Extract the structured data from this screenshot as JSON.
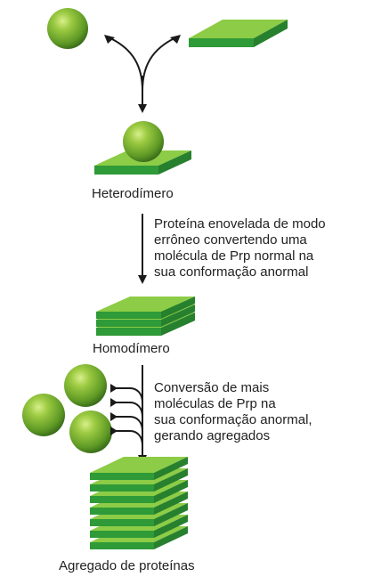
{
  "labels": {
    "heterodimer": "Heterodímero",
    "homodimer": "Homodímero",
    "aggregate": "Agregado de proteínas"
  },
  "step1_text": [
    "Proteína enovelada de modo",
    "errôneo convertendo uma",
    "molécula de Prp normal na",
    "sua conformação anormal"
  ],
  "step2_text": [
    "Conversão de mais",
    "moléculas de Prp na",
    "sua conformação anormal,",
    "gerando agregados"
  ],
  "colors": {
    "sphere_light": "#b6d957",
    "sphere_mid": "#6aa52a",
    "sphere_dark": "#33661a",
    "slab_top": "#8ccc46",
    "slab_side": "#2f9a38",
    "arrow": "#1a1a1a"
  },
  "icons": [
    "normal-prp-sphere-icon",
    "misfolded-prp-slab-icon",
    "arrow-icon"
  ]
}
